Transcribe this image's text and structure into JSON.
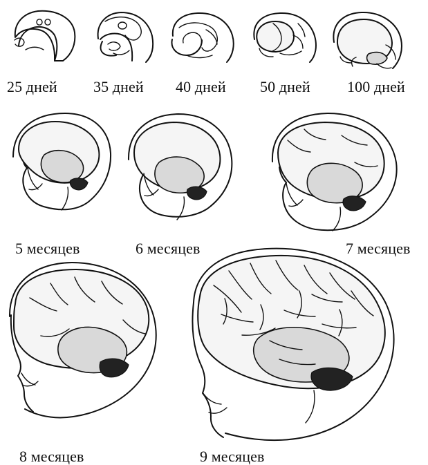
{
  "labels": {
    "d25": "25 дней",
    "d35": "35 дней",
    "d40": "40 дней",
    "d50": "50 дней",
    "d100": "100 дней",
    "m5": "5 месяцев",
    "m6": "6 месяцев",
    "m7": "7 месяцев",
    "m8": "8 месяцев",
    "m9": "9 месяцев"
  }
}
